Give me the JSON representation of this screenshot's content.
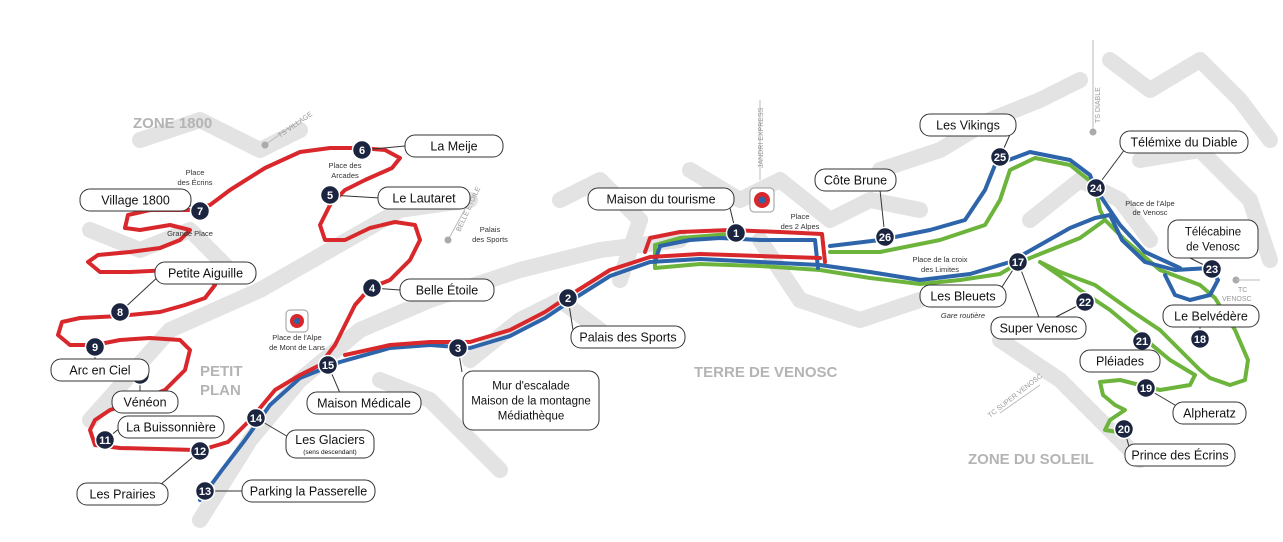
{
  "zones": {
    "z1800": "ZONE 1800",
    "petit_plan": [
      "PETIT",
      "PLAN"
    ],
    "terre": "TERRE DE VENOSC",
    "soleil": "ZONE DU SOLEIL"
  },
  "route_colors": {
    "red": "#d8282c",
    "blue": "#2d64aa",
    "green": "#6db43c",
    "stop": "#1c2540"
  },
  "stops": [
    {
      "num": "1",
      "label": "Maison du tourisme"
    },
    {
      "num": "2",
      "label": "Palais des Sports"
    },
    {
      "num": "3",
      "label": [
        "Mur d'escalade",
        "Maison de la montagne",
        "Médiathèque"
      ]
    },
    {
      "num": "4",
      "label": "Belle Étoile"
    },
    {
      "num": "5",
      "label": "Le Lautaret"
    },
    {
      "num": "6",
      "label": "La Meije"
    },
    {
      "num": "7",
      "label": "Village 1800"
    },
    {
      "num": "8",
      "label": "Petite Aiguille"
    },
    {
      "num": "9",
      "label": "Arc en Ciel"
    },
    {
      "num": "10",
      "label": "Vénéon"
    },
    {
      "num": "11",
      "label": "La Buissonnière"
    },
    {
      "num": "12",
      "label": "Les Prairies"
    },
    {
      "num": "13",
      "label": "Parking la Passerelle"
    },
    {
      "num": "14",
      "label": "Les Glaciers",
      "sub": "(sens descendant)"
    },
    {
      "num": "15",
      "label": "Maison Médicale"
    },
    {
      "num": "17",
      "label": "Les Bleuets",
      "sub": "Gare routière"
    },
    {
      "num": "18",
      "label": "Le Belvédère"
    },
    {
      "num": "19",
      "label": "Alpheratz"
    },
    {
      "num": "20",
      "label": "Prince des Écrins"
    },
    {
      "num": "21",
      "label": "Pléiades"
    },
    {
      "num": "22",
      "label": "Super Venosc"
    },
    {
      "num": "23",
      "label": [
        "Télécabine",
        "de Venosc"
      ]
    },
    {
      "num": "24",
      "label": "Télémixe du Diable"
    },
    {
      "num": "25",
      "label": "Les Vikings"
    },
    {
      "num": "26",
      "label": "Côte Brune"
    }
  ],
  "places": {
    "ecrins": [
      "Place",
      "des Écrins"
    ],
    "grande": "Grande Place",
    "arcades": [
      "Place des",
      "Arcades"
    ],
    "palais": [
      "Palais",
      "des Sports"
    ],
    "alpe_mdl": [
      "Place de l'Alpe",
      "de Mont de Lans"
    ],
    "deux_alpes": [
      "Place",
      "des 2 Alpes"
    ],
    "croix": [
      "Place de la croix",
      "des Limites"
    ],
    "alpe_venosc": [
      "Place de l'Alpe",
      "de Venosc"
    ]
  },
  "lifts": {
    "ts_village": "TS VILLAGE",
    "belle_etoile": "BELLE ÉTOILE",
    "jandri": "JANDRI EXPRESS",
    "ts_diable": "TS DIABLE",
    "tc_super_venosc": "TC SUPER VENOSC",
    "tc_venosc": [
      "TC",
      "VENOSC"
    ]
  }
}
